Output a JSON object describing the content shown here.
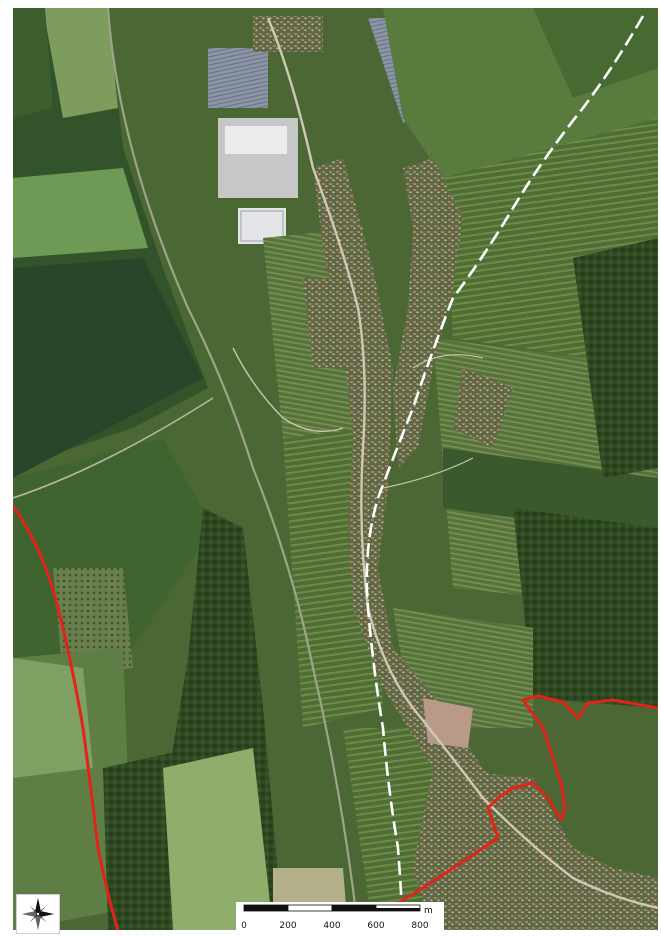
{
  "map": {
    "colors": {
      "boundary": "#e2231a",
      "trail_dash": "#ffffff",
      "scale_dark": "#111111",
      "scale_light": "#ffffff"
    },
    "scale": {
      "unit": "m",
      "ticks": [
        "0",
        "200",
        "400",
        "600",
        "800"
      ]
    },
    "icons": {
      "compass": "north-arrow-compass-rose-icon"
    }
  }
}
